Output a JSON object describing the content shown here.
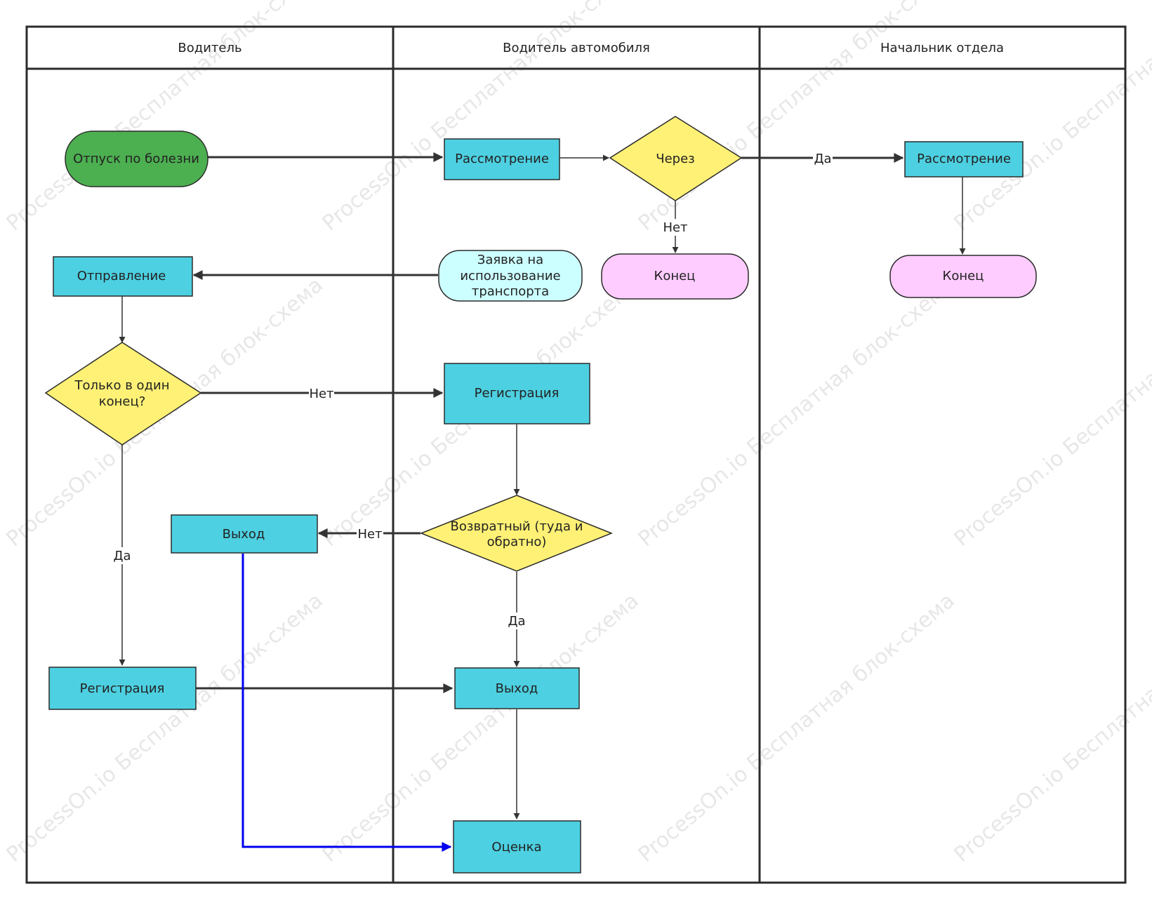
{
  "watermark_text": "ProcessOn.io Бесплатная блок-схема",
  "lanes": [
    {
      "id": "driver",
      "title": "Водитель"
    },
    {
      "id": "car-driver",
      "title": "Водитель автомобиля"
    },
    {
      "id": "head",
      "title": "Начальник отдела"
    }
  ],
  "nodes": {
    "start": {
      "label": "Отпуск по болезни",
      "color": "#4caf50"
    },
    "review1": {
      "label": "Рассмотрение",
      "color": "#4dd0e1"
    },
    "through": {
      "label": "Через",
      "color": "#fff176"
    },
    "review2": {
      "label": "Рассмотрение",
      "color": "#4dd0e1"
    },
    "end1": {
      "label": "Конец",
      "color": "#ffccff"
    },
    "end2": {
      "label": "Конец",
      "color": "#ffccff"
    },
    "send": {
      "label": "Отправление",
      "color": "#4dd0e1"
    },
    "request": {
      "lines": [
        "Заявка на",
        "использование",
        "транспорта"
      ],
      "color": "#ccffff"
    },
    "oneway": {
      "lines": [
        "Только в один",
        "конец?"
      ],
      "color": "#fff176"
    },
    "reg_right": {
      "label": "Регистрация",
      "color": "#4dd0e1"
    },
    "roundtrip": {
      "lines": [
        "Возвратный (туда и",
        "обратно)"
      ],
      "color": "#fff176"
    },
    "exit_left": {
      "label": "Выход",
      "color": "#4dd0e1"
    },
    "reg_left": {
      "label": "Регистрация",
      "color": "#4dd0e1"
    },
    "exit_right": {
      "label": "Выход",
      "color": "#4dd0e1"
    },
    "rating": {
      "label": "Оценка",
      "color": "#4dd0e1"
    }
  },
  "edge_labels": {
    "yes_head": "Да",
    "no_end": "Нет",
    "no_reg": "Нет",
    "yes_left": "Да",
    "no_exit": "Нет",
    "yes_exit": "Да"
  },
  "colors": {
    "border": "#2b2b2b",
    "edge": "#333333",
    "highlight_edge": "#0000ee"
  }
}
